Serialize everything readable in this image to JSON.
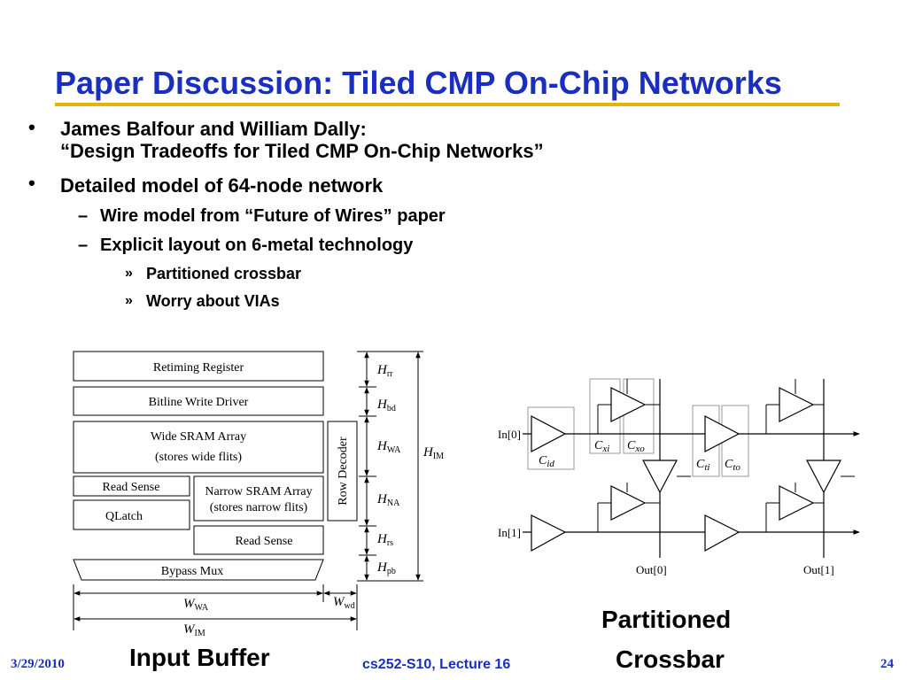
{
  "slide": {
    "title": "Paper Discussion: Tiled CMP On-Chip Networks",
    "bullets": {
      "b1_line1": "James Balfour and William Dally:",
      "b1_line2": "“Design Tradeoffs for Tiled CMP On-Chip Networks”",
      "b2": "Detailed model of 64-node network",
      "b2_sub1": "Wire model from “Future of Wires” paper",
      "b2_sub2": "Explicit layout on 6-metal technology",
      "b2_sub2_sub1": "Partitioned crossbar",
      "b2_sub2_sub2": "Worry about VIAs"
    },
    "markers": {
      "bullet": "•",
      "dash": "–",
      "arrow": "»"
    },
    "captions": {
      "input_buffer": "Input Buffer",
      "partitioned_line1": "Partitioned",
      "partitioned_line2": "Crossbar"
    },
    "footer": {
      "date": "3/29/2010",
      "course": "cs252-S10, Lecture 16",
      "page": "24"
    },
    "colors": {
      "title": "#1a2fc0",
      "rule": "#e3b40c",
      "footer": "#1a2fc0"
    }
  },
  "input_buffer_diagram": {
    "blocks": {
      "retiming": "Retiming Register",
      "bitline": "Bitline Write Driver",
      "wide_sram_1": "Wide SRAM Array",
      "wide_sram_2": "(stores wide flits)",
      "read_sense_left": "Read Sense",
      "qlatch": "QLatch",
      "narrow_sram_1": "Narrow SRAM Array",
      "narrow_sram_2": "(stores narrow flits)",
      "read_sense_right": "Read Sense",
      "bypass_mux": "Bypass Mux",
      "row_decoder": "Row Decoder"
    },
    "dimensions": {
      "h_rr": {
        "base": "H",
        "sub": "rr"
      },
      "h_bd": {
        "base": "H",
        "sub": "bd"
      },
      "h_wa": {
        "base": "H",
        "sub": "WA"
      },
      "h_na": {
        "base": "H",
        "sub": "NA"
      },
      "h_rs": {
        "base": "H",
        "sub": "rs"
      },
      "h_pb": {
        "base": "H",
        "sub": "pb"
      },
      "h_im": {
        "base": "H",
        "sub": "IM"
      },
      "w_wa": {
        "base": "W",
        "sub": "WA"
      },
      "w_wd": {
        "base": "W",
        "sub": "wd"
      },
      "w_im": {
        "base": "W",
        "sub": "IM"
      }
    }
  },
  "crossbar_diagram": {
    "inputs": [
      "In[0]",
      "In[1]"
    ],
    "outputs": [
      "Out[0]",
      "Out[1]"
    ],
    "caps": {
      "c_id": {
        "base": "C",
        "sub": "id"
      },
      "c_xi": {
        "base": "C",
        "sub": "xi"
      },
      "c_xo": {
        "base": "C",
        "sub": "xo"
      },
      "c_ti": {
        "base": "C",
        "sub": "ti"
      },
      "c_to": {
        "base": "C",
        "sub": "to"
      }
    }
  }
}
